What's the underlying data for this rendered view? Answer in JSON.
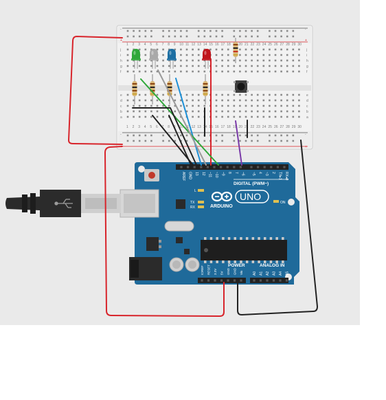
{
  "breadboard": {
    "rail_plus": "+",
    "rail_minus": "-",
    "row_letters_top": [
      "j",
      "i",
      "h",
      "g",
      "f"
    ],
    "row_letters_bottom": [
      "e",
      "d",
      "c",
      "b",
      "a"
    ],
    "column_count": 30
  },
  "components": {
    "leds": [
      {
        "name": "led-green",
        "color": "#2fa83a"
      },
      {
        "name": "led-white",
        "color": "#a9a9a9"
      },
      {
        "name": "led-blue",
        "color": "#1d6fa3"
      },
      {
        "name": "led-red",
        "color": "#c0141b"
      }
    ],
    "pushbutton": "pushbutton"
  },
  "arduino": {
    "logo_text": "UNO",
    "brand": "ARDUINO",
    "digital_label": "DIGITAL (PWM~)",
    "analog_label": "ANALOG IN",
    "power_label": "POWER",
    "on_label": "ON",
    "tx_label": "TX",
    "rx_label": "RX",
    "l_label": "L",
    "digital_pins": [
      "AREF",
      "GND",
      "13",
      "12",
      "~11",
      "~10",
      "~9",
      "8",
      "7",
      "~6",
      "~5",
      "4",
      "~3",
      "2",
      "TX▸1",
      "RX◂0"
    ],
    "power_pins": [
      "IOREF",
      "RESET",
      "3.3V",
      "5V",
      "GND",
      "GND",
      "Vin"
    ],
    "analog_pins": [
      "A0",
      "A1",
      "A2",
      "A3",
      "A4",
      "A5"
    ]
  },
  "colors": {
    "board": "#1f6a9a",
    "breadboard": "#f3f3f3",
    "wire_red": "#d8242b",
    "wire_black": "#222222",
    "wire_green": "#2fa83a",
    "wire_blue": "#1c8fd6",
    "wire_purple": "#7a3aa8",
    "wire_grey": "#9a9a9a"
  }
}
